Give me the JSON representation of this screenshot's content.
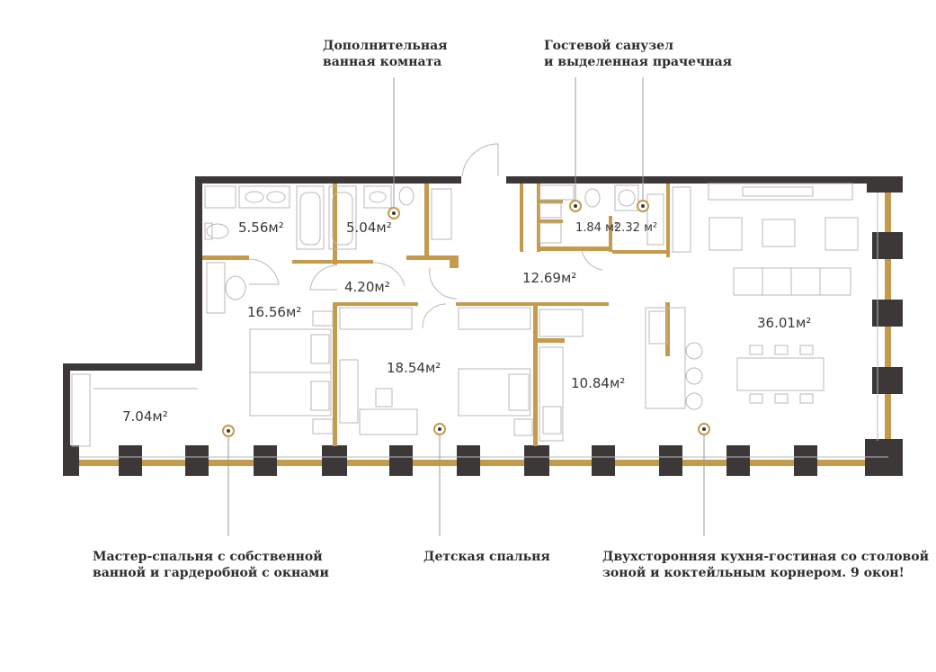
{
  "callouts": {
    "extra_bathroom": [
      "Дополнительная",
      "ванная комната"
    ],
    "guest_wc": [
      "Гостевой санузел",
      "и выделенная прачечная"
    ],
    "master": [
      "Мастер-спальня с собственной",
      "ванной и гардеробной с окнами"
    ],
    "kids": [
      "Детская спальня"
    ],
    "kitchen": [
      "Двухсторонняя кухня-гостиная со столовой",
      "зоной и коктейльным корнером. 9 окон!"
    ]
  },
  "rooms": [
    {
      "id": "master-bath",
      "area": "5.56м²"
    },
    {
      "id": "extra-bath",
      "area": "5.04м²"
    },
    {
      "id": "guest-wc",
      "area": "1.84 м²"
    },
    {
      "id": "laundry",
      "area": "2.32 м²"
    },
    {
      "id": "corridor",
      "area": "4.20м²"
    },
    {
      "id": "hall",
      "area": "12.69м²"
    },
    {
      "id": "master-bedroom",
      "area": "16.56м²"
    },
    {
      "id": "wardrobe",
      "area": "7.04м²"
    },
    {
      "id": "kids-bedroom",
      "area": "18.54м²"
    },
    {
      "id": "kitchen",
      "area": "10.84м²"
    },
    {
      "id": "living",
      "area": "36.01м²"
    }
  ],
  "colors": {
    "wall": "#3b3837",
    "accent": "#c49a4c",
    "furniture": "#b9b9b9",
    "text": "#2f2c2a",
    "leader": "#9a9a9a"
  }
}
